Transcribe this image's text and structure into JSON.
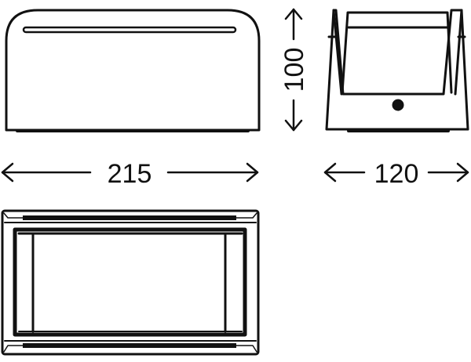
{
  "dimensions": {
    "width": "215",
    "height": "100",
    "depth": "120"
  },
  "colors": {
    "line": "#111111",
    "background": "#ffffff"
  }
}
